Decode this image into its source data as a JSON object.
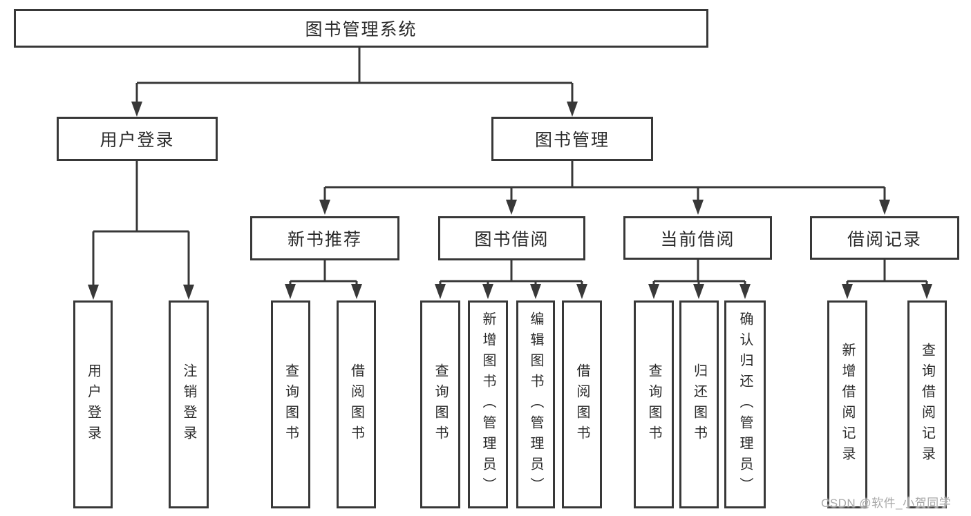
{
  "diagram": {
    "root": {
      "label": "图书管理系统"
    },
    "level2": [
      {
        "label": "用户登录"
      },
      {
        "label": "图书管理"
      }
    ],
    "level3": [
      {
        "label": "新书推荐"
      },
      {
        "label": "图书借阅"
      },
      {
        "label": "当前借阅"
      },
      {
        "label": "借阅记录"
      }
    ],
    "leaves": [
      {
        "label": "用户登录"
      },
      {
        "label": "注销登录"
      },
      {
        "label": "查询图书"
      },
      {
        "label": "借阅图书"
      },
      {
        "label": "查询图书"
      },
      {
        "label": "新增图书（管理员）"
      },
      {
        "label": "编辑图书（管理员）"
      },
      {
        "label": "借阅图书"
      },
      {
        "label": "查询图书"
      },
      {
        "label": "归还图书"
      },
      {
        "label": "确认归还（管理员）"
      },
      {
        "label": "新增借阅记录"
      },
      {
        "label": "查询借阅记录"
      }
    ]
  },
  "watermark": {
    "text": "CSDN @软件_小贺同学"
  },
  "colors": {
    "line": "#383838",
    "box_border": "#383838",
    "text": "#2b2b2b",
    "watermark": "#a8a8a8",
    "background": "#ffffff"
  }
}
